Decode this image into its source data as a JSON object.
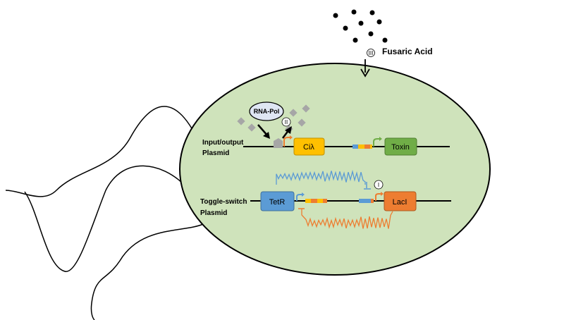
{
  "fusaric_acid": {
    "label": "Fusaric Acid",
    "step": "III"
  },
  "rna_pol": {
    "label": "RNA-Pol"
  },
  "input_output_plasmid": {
    "label_line1": "Input/output",
    "label_line2": "Plasmid",
    "step": "II",
    "gene_ci": "Ciλ",
    "gene_toxin": "Toxin"
  },
  "toggle_switch_plasmid": {
    "label_line1": "Toggle-switch",
    "label_line2": "Plasmid",
    "step": "I",
    "gene_tetr": "TetR",
    "gene_laci": "LacI"
  },
  "colors": {
    "cell_fill": "#cfe3bb",
    "ci_gene": "#ffc000",
    "toxin_gene": "#70ad47",
    "tetr_gene": "#5b9bd5",
    "laci_gene": "#ed7d31",
    "blue_wave": "#5b9bd5",
    "orange_wave": "#ed7d31",
    "diamond": "#a6a6a6"
  }
}
